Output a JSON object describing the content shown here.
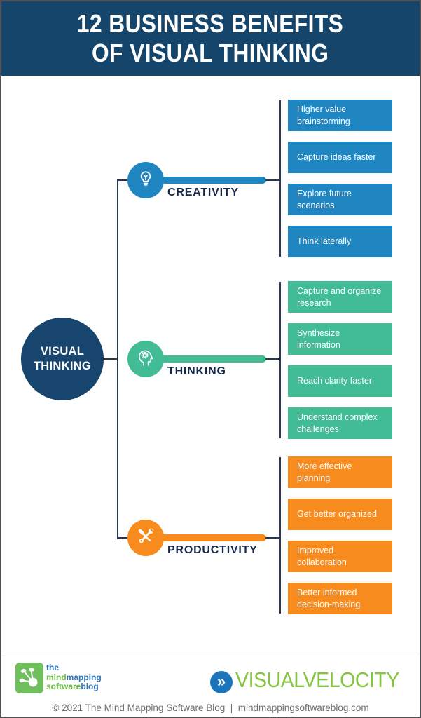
{
  "header": {
    "title_line1": "12 BUSINESS BENEFITS",
    "title_line2": "OF VISUAL THINKING"
  },
  "root": {
    "label_line1": "VISUAL",
    "label_line2": "THINKING"
  },
  "branches": [
    {
      "label": "CREATIVITY",
      "icon": "lightbulb-icon",
      "color": "#1f86c2",
      "items": [
        "Higher value brainstorming",
        "Capture ideas faster",
        "Explore future scenarios",
        "Think laterally"
      ]
    },
    {
      "label": "THINKING",
      "icon": "head-gear-icon",
      "color": "#41bc95",
      "items": [
        "Capture and organize research",
        "Synthesize information",
        "Reach clarity faster",
        "Understand complex challenges"
      ]
    },
    {
      "label": "PRODUCTIVITY",
      "icon": "tools-icon",
      "color": "#f78b1e",
      "items": [
        "More effective planning",
        "Get better organized",
        "Improved collaboration",
        "Better informed decision-making"
      ]
    }
  ],
  "footer": {
    "blog_logo": {
      "the": "the",
      "mind": "mind",
      "mapping": "mapping",
      "software": "software",
      "blog": "blog"
    },
    "visualvelocity": {
      "chevron": "»",
      "text": "VISUALVELOCITY"
    },
    "copyright": "© 2021 The Mind Mapping Software Blog  |  mindmappingsoftwareblog.com"
  },
  "colors": {
    "header_bg": "#15456a",
    "root_circle_bg": "#17456d",
    "creativity": "#1f86c2",
    "thinking": "#41bc95",
    "productivity": "#f78b1e",
    "label_text": "#16294a",
    "logo_green": "#6fbf5d",
    "logo_text_blue": "#2d74ba",
    "logo_text_green": "#6cbd45",
    "visualvelocity_green": "#84c43e",
    "visualvelocity_circle_blue": "#1b75bc"
  }
}
